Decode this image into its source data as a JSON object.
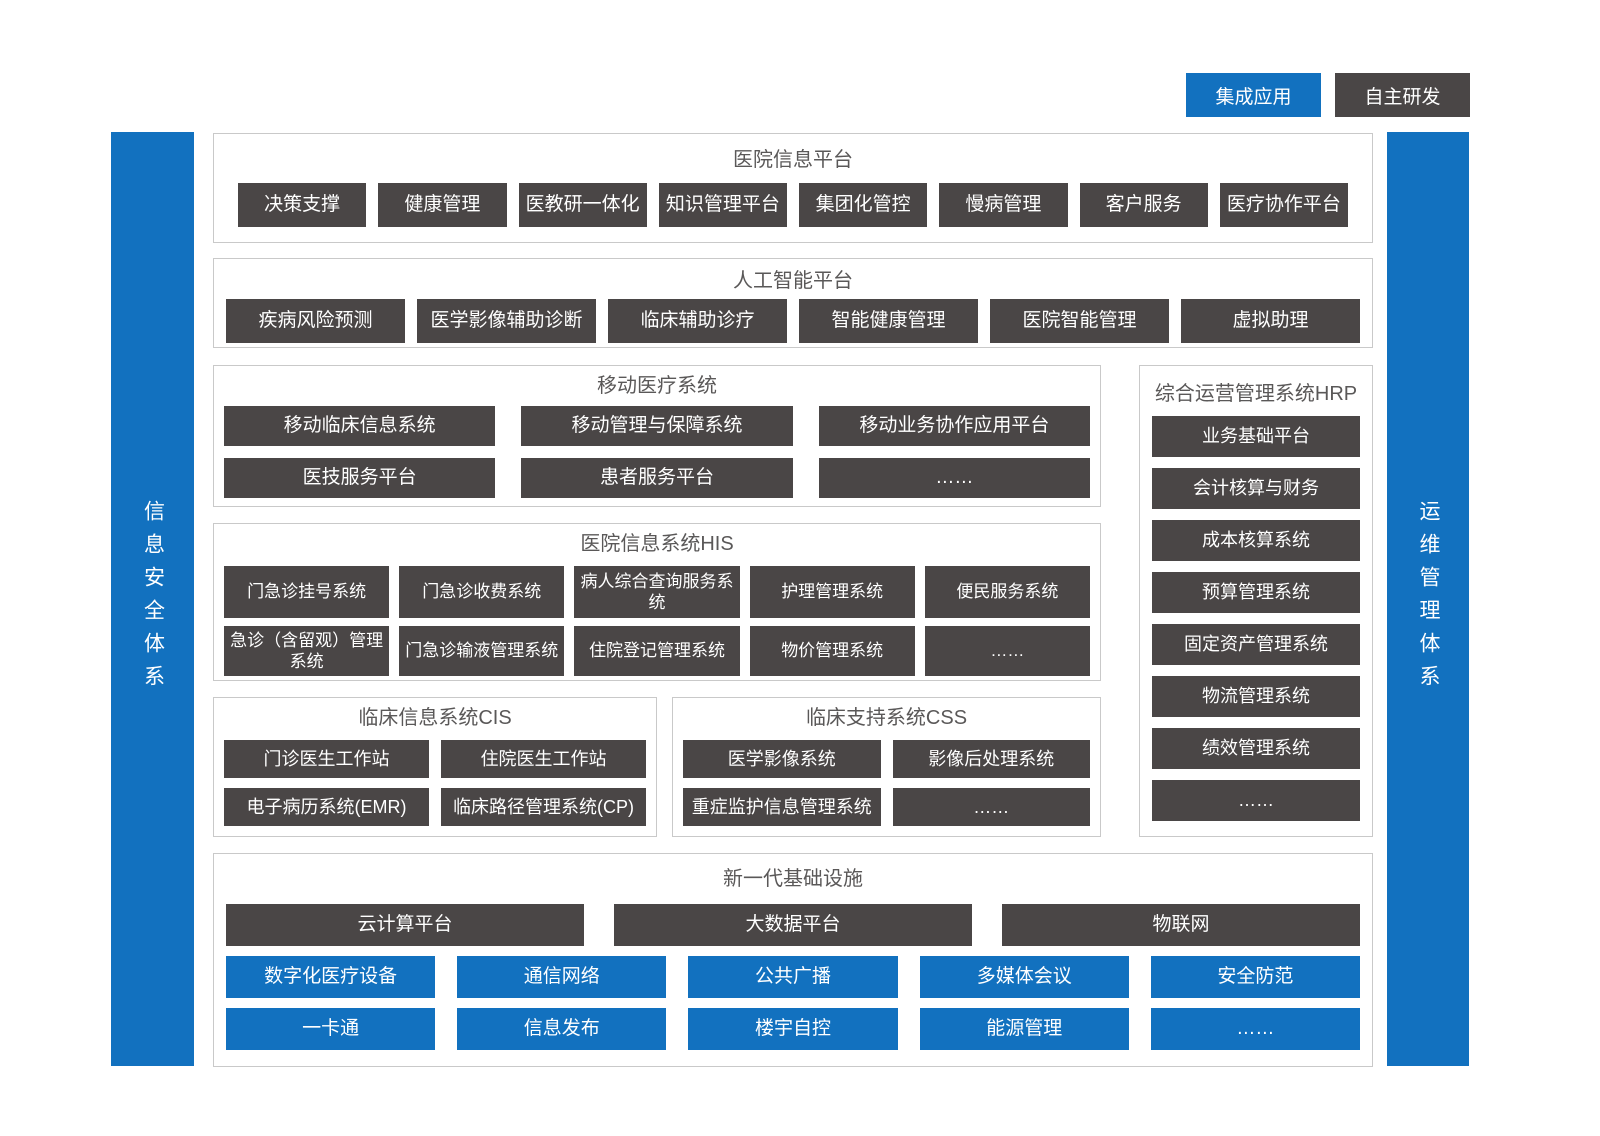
{
  "colors": {
    "blue": "#1271bf",
    "dark": "#4a4646",
    "border": "#c9c9c9",
    "title_text": "#5a5858"
  },
  "legend": {
    "integrated": "集成应用",
    "self_developed": "自主研发"
  },
  "side_bars": {
    "left": "信息安全体系",
    "right": "运维管理体系"
  },
  "sections": {
    "platform": {
      "title": "医院信息平台",
      "items": [
        "决策支撑",
        "健康管理",
        "医教研一体化",
        "知识管理平台",
        "集团化管控",
        "慢病管理",
        "客户服务",
        "医疗协作平台"
      ]
    },
    "ai": {
      "title": "人工智能平台",
      "items": [
        "疾病风险预测",
        "医学影像辅助诊断",
        "临床辅助诊疗",
        "智能健康管理",
        "医院智能管理",
        "虚拟助理"
      ]
    },
    "mobile": {
      "title": "移动医疗系统",
      "items": [
        "移动临床信息系统",
        "移动管理与保障系统",
        "移动业务协作应用平台",
        "医技服务平台",
        "患者服务平台",
        "……"
      ]
    },
    "hrp": {
      "title": "综合运营管理系统HRP",
      "items": [
        "业务基础平台",
        "会计核算与财务",
        "成本核算系统",
        "预算管理系统",
        "固定资产管理系统",
        "物流管理系统",
        "绩效管理系统",
        "……"
      ]
    },
    "his": {
      "title": "医院信息系统HIS",
      "items": [
        "门急诊挂号系统",
        "门急诊收费系统",
        "病人综合查询服务系统",
        "护理管理系统",
        "便民服务系统",
        "急诊（含留观）管理系统",
        "门急诊输液管理系统",
        "住院登记管理系统",
        "物价管理系统",
        "……"
      ]
    },
    "cis": {
      "title": "临床信息系统CIS",
      "items": [
        "门诊医生工作站",
        "住院医生工作站",
        "电子病历系统(EMR)",
        "临床路径管理系统(CP)"
      ]
    },
    "css": {
      "title": "临床支持系统CSS",
      "items": [
        "医学影像系统",
        "影像后处理系统",
        "重症监护信息管理系统",
        "……"
      ]
    },
    "infra": {
      "title": "新一代基础设施",
      "dark_items": [
        "云计算平台",
        "大数据平台",
        "物联网"
      ],
      "blue_items": [
        "数字化医疗设备",
        "通信网络",
        "公共广播",
        "多媒体会议",
        "安全防范",
        "一卡通",
        "信息发布",
        "楼宇自控",
        "能源管理",
        "……"
      ]
    }
  }
}
